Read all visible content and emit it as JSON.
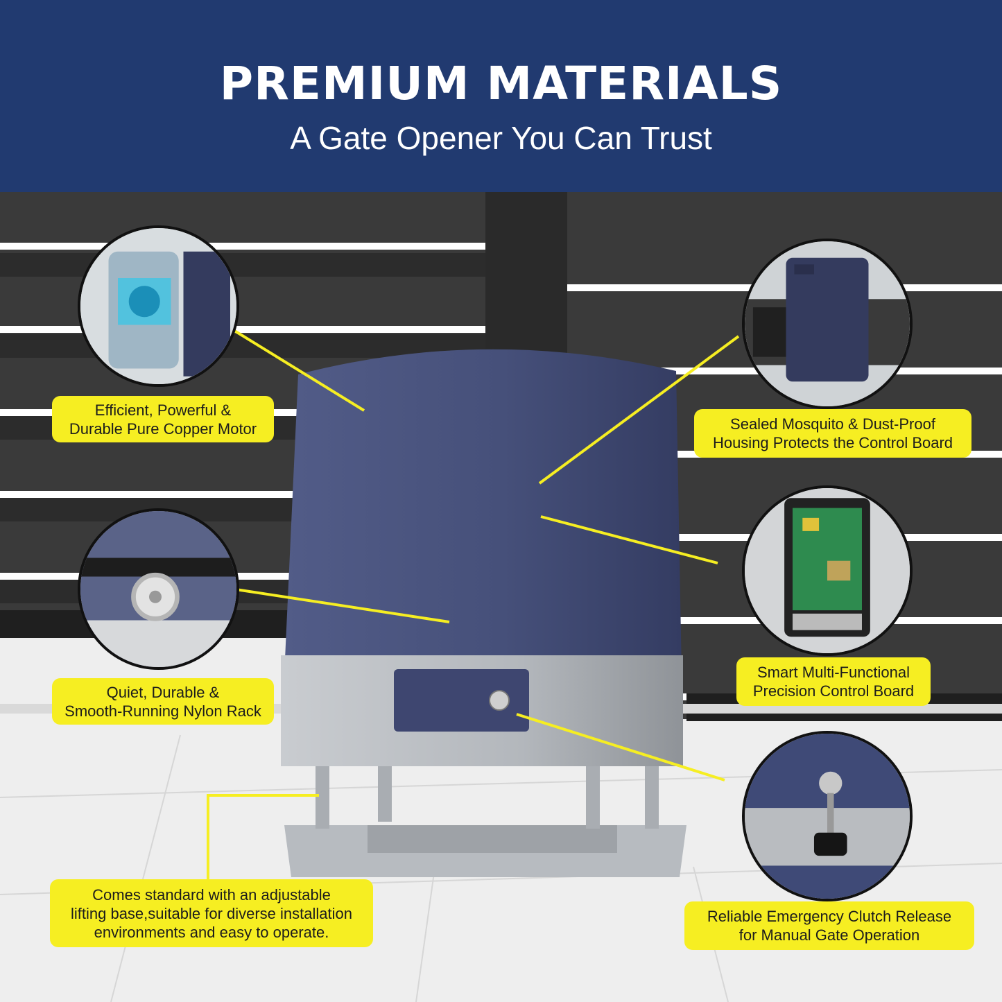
{
  "header": {
    "title": "PREMIUM MATERIALS",
    "subtitle": "A Gate Opener You Can Trust"
  },
  "colors": {
    "header_bg": "#213a70",
    "label_bg": "#f6ee22",
    "motor_blue": "#46507a",
    "fence": "#333333"
  },
  "callouts": [
    {
      "icon": "copper-motor-icon",
      "lines": [
        "Efficient, Powerful &",
        "Durable Pure Copper Motor"
      ]
    },
    {
      "icon": "nylon-rack-icon",
      "lines": [
        "Quiet, Durable &",
        "Smooth-Running Nylon Rack"
      ]
    },
    {
      "icon": "lifting-base-icon",
      "lines": [
        "Comes standard with an adjustable",
        "lifting base,suitable for diverse installation",
        "environments and easy to operate."
      ]
    },
    {
      "icon": "sealed-housing-icon",
      "lines": [
        "Sealed Mosquito & Dust-Proof",
        "Housing Protects the Control Board"
      ]
    },
    {
      "icon": "control-board-icon",
      "lines": [
        "Smart Multi-Functional",
        "Precision Control Board"
      ]
    },
    {
      "icon": "clutch-key-icon",
      "lines": [
        "Reliable Emergency Clutch Release",
        "for Manual Gate Operation"
      ]
    }
  ]
}
